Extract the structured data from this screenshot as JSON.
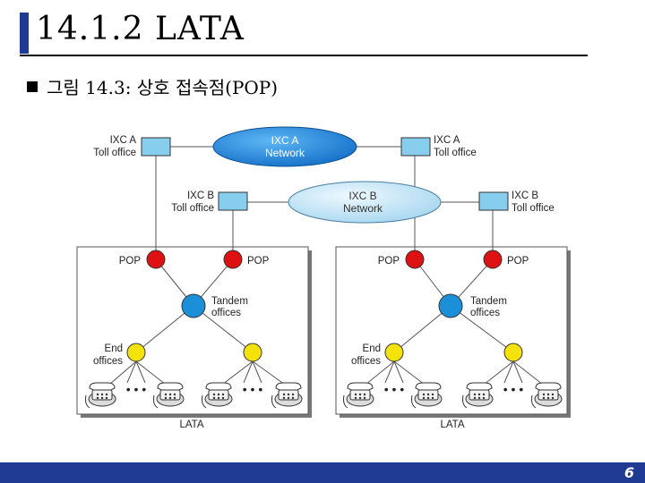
{
  "slide": {
    "title": "14.1.2 LATA",
    "subtitle": "그림 14.3: 상호 접속점(POP)",
    "page_number": "6"
  },
  "diagram": {
    "ixc_a_network": {
      "line1": "IXC A",
      "line2": "Network"
    },
    "ixc_b_network": {
      "line1": "IXC B",
      "line2": "Network"
    },
    "ixc_a_toll_left": {
      "line1": "IXC A",
      "line2": "Toll office"
    },
    "ixc_a_toll_right": {
      "line1": "IXC A",
      "line2": "Toll office"
    },
    "ixc_b_toll_left": {
      "line1": "IXC B",
      "line2": "Toll office"
    },
    "ixc_b_toll_right": {
      "line1": "IXC B",
      "line2": "Toll office"
    },
    "pop_label": "POP",
    "tandem": {
      "line1": "Tandem",
      "line2": "offices"
    },
    "end": {
      "line1": "End",
      "line2": "offices"
    },
    "lata_label": "LATA",
    "colors": {
      "ixc_a_network": "#1e90e0",
      "ixc_b_network": "#bfe3f5",
      "toll_office": "#87cdee",
      "pop": "#dd1111",
      "tandem": "#1c8fd9",
      "end_office": "#f6e20b",
      "title_bar": "#1f3a93"
    }
  }
}
